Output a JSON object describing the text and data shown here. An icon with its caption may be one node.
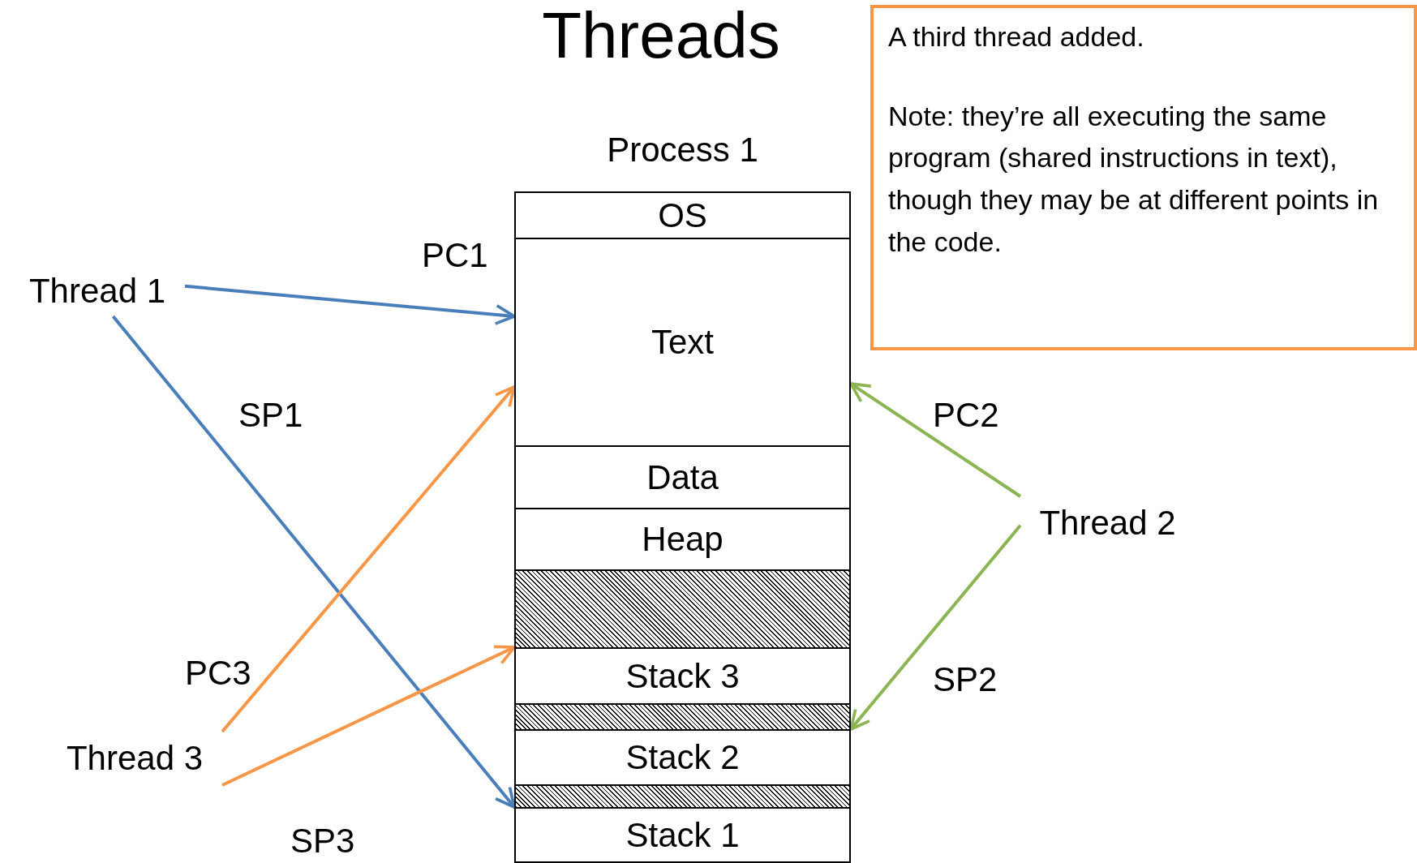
{
  "diagram": {
    "title": "Threads",
    "nodes": [
      {
        "text": [
          "Process 1"
        ]
      },
      {
        "text": [
          "OS"
        ],
        "in": 0
      },
      {
        "text": [
          "Text"
        ],
        "in": 0
      },
      {
        "text": [
          "Data"
        ],
        "in": 0
      },
      {
        "text": [
          "Heap"
        ],
        "in": 0
      },
      {
        "text": [],
        "shape": "box",
        "in": 0
      },
      {
        "text": [
          "Stack 3"
        ],
        "in": 0
      },
      {
        "text": [],
        "shape": "box",
        "in": 0
      },
      {
        "text": [
          "Stack 2"
        ],
        "in": 0
      },
      {
        "text": [],
        "shape": "box",
        "in": 0
      },
      {
        "text": [
          "Stack 1"
        ],
        "in": 0
      },
      {
        "text": [
          "Thread 1"
        ]
      },
      {
        "text": [
          "Thread 2"
        ]
      },
      {
        "text": [
          "Thread 3"
        ]
      },
      {
        "text": [
          "A third thread added.",
          "Note: they’re all executing the same program (shared instructions in text), though they may be at different points in the code."
        ]
      }
    ],
    "edges": [
      {
        "from": 11,
        "to": 2,
        "arrow": "to",
        "label": "PC1",
        "color": "#4a7ebb"
      },
      {
        "from": 11,
        "to": 10,
        "arrow": "to",
        "label": "SP1",
        "color": "#4a7ebb"
      },
      {
        "from": 12,
        "to": 2,
        "arrow": "to",
        "label": "PC2",
        "color": "#8cb453"
      },
      {
        "from": 12,
        "to": 8,
        "arrow": "to",
        "label": "SP2",
        "color": "#8cb453"
      },
      {
        "from": 13,
        "to": 2,
        "arrow": "to",
        "label": "PC3",
        "color": "#f79646"
      },
      {
        "from": 13,
        "to": 6,
        "arrow": "to",
        "label": "SP3",
        "color": "#f79646"
      }
    ]
  }
}
